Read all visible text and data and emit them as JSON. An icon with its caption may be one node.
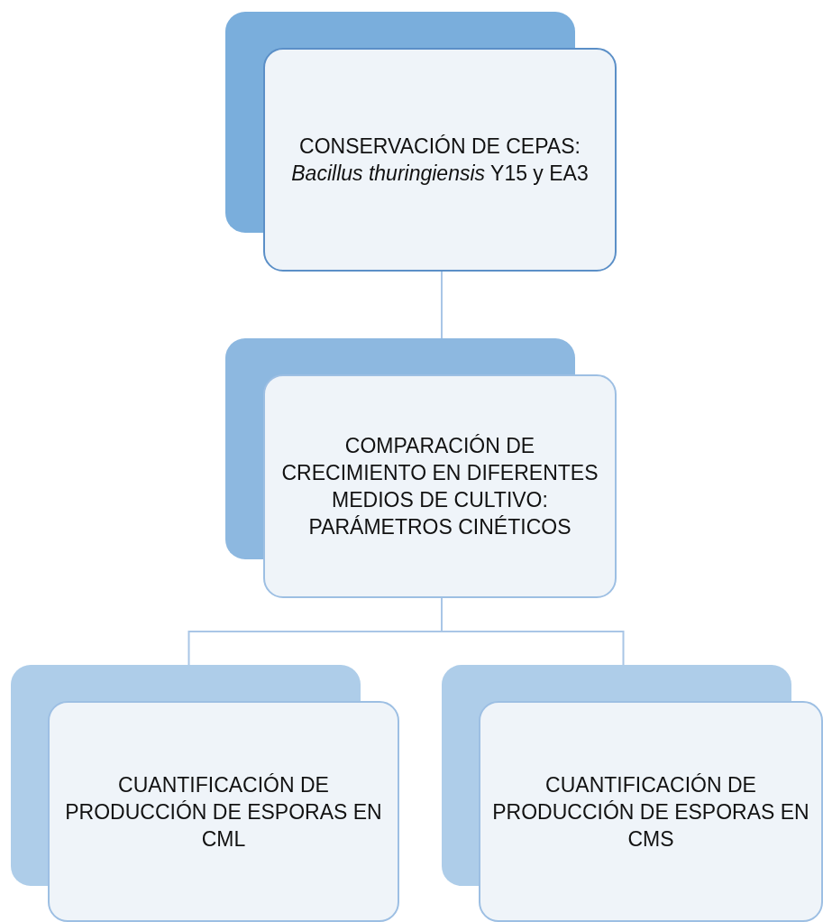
{
  "diagram": {
    "nodes": [
      {
        "text": [
          "CONSERVACIÓN DE CEPAS: *Bacillus thuringiensis* Y15 y EA3"
        ]
      },
      {
        "text": [
          "COMPARACIÓN DE CRECIMIENTO EN DIFERENTES MEDIOS DE CULTIVO: PARÁMETROS CINÉTICOS"
        ]
      },
      {
        "text": [
          "CUANTIFICACIÓN DE PRODUCCIÓN DE ESPORAS EN CML"
        ]
      },
      {
        "text": [
          "CUANTIFICACIÓN DE PRODUCCIÓN DE ESPORAS EN CMS"
        ]
      }
    ],
    "edges": [
      {
        "from": 0,
        "to": 1,
        "arrow": "none"
      },
      {
        "from": 1,
        "to": 2,
        "arrow": "none"
      },
      {
        "from": 1,
        "to": 3,
        "arrow": "none"
      }
    ]
  }
}
